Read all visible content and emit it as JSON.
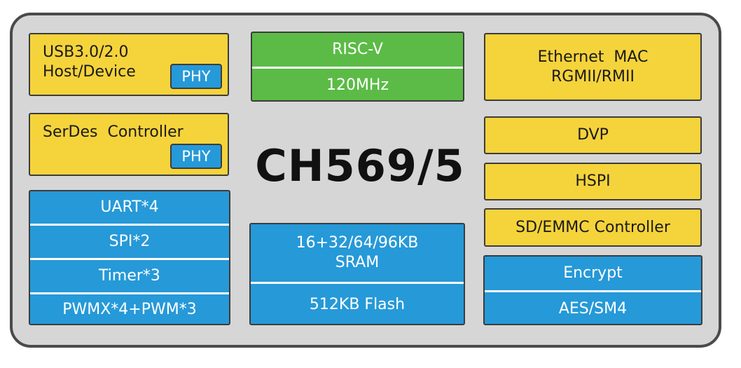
{
  "chip": {
    "name": "CH569/5",
    "usb": {
      "label": "USB3.0/2.0 Host/Device",
      "phy": "PHY"
    },
    "serdes": {
      "label": "SerDes  Controller",
      "phy": "PHY"
    },
    "peripherals_left": [
      "UART*4",
      "SPI*2",
      "Timer*3",
      "PWMX*4+PWM*3"
    ],
    "cpu": {
      "core": "RISC-V",
      "freq": "120MHz"
    },
    "memory": {
      "sram": "16+32/64/96KB SRAM",
      "flash": "512KB Flash"
    },
    "ethernet": "Ethernet  MAC RGMII/RMII",
    "dvp": "DVP",
    "hspi": "HSPI",
    "sd": "SD/EMMC Controller",
    "crypto": {
      "title": "Encrypt",
      "algo": "AES/SM4"
    }
  },
  "colors": {
    "yellow": "#f5d33b",
    "green": "#5bbb46",
    "blue": "#2699d8",
    "chip_bg": "#d6d6d6",
    "border": "#4a4a4a"
  }
}
